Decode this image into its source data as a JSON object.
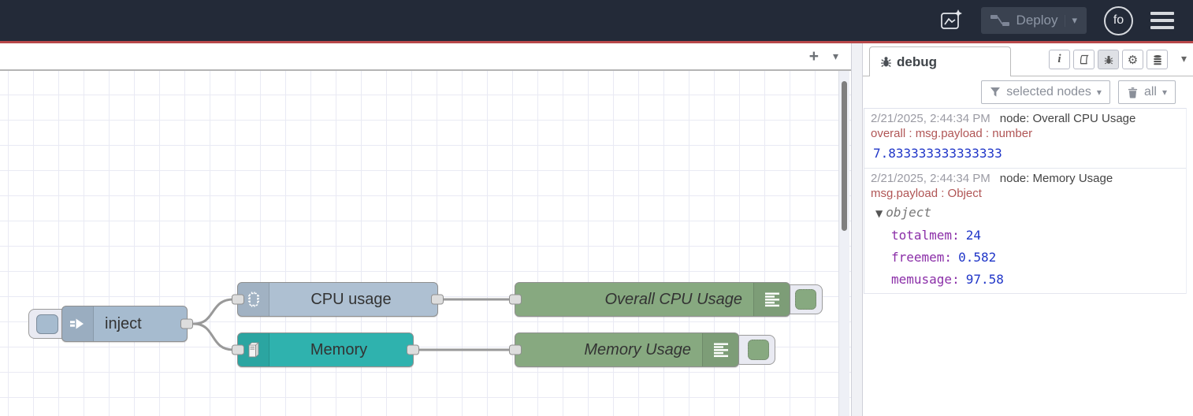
{
  "header": {
    "deploy_label": "Deploy",
    "avatar_initials": "fo"
  },
  "canvas": {
    "add_flow_label": "+",
    "nodes": {
      "inject": {
        "label": "inject"
      },
      "cpu": {
        "label": "CPU usage"
      },
      "memory": {
        "label": "Memory"
      },
      "debug_cpu": {
        "label": "Overall CPU Usage"
      },
      "debug_mem": {
        "label": "Memory Usage"
      }
    }
  },
  "sidebar": {
    "tab_label": "debug",
    "filter_button_label": "selected nodes",
    "clear_button_label": "all",
    "messages": [
      {
        "timestamp": "2/21/2025, 2:44:34 PM",
        "node": "node: Overall CPU Usage",
        "path": "overall : msg.payload : number",
        "value": "7.833333333333333"
      },
      {
        "timestamp": "2/21/2025, 2:44:34 PM",
        "node": "node: Memory Usage",
        "path": "msg.payload : Object",
        "object_label": "object",
        "properties": [
          {
            "key": "totalmem:",
            "value": "24"
          },
          {
            "key": "freemem:",
            "value": "0.582"
          },
          {
            "key": "memusage:",
            "value": "97.58"
          }
        ]
      }
    ]
  },
  "colors": {
    "header_bg": "#232a38",
    "accent_red": "#b8484a",
    "inject_node": "#a6bbcf",
    "cpu_node": "#aec0d2",
    "memory_node": "#2fb2ae",
    "debug_node": "#87a980",
    "wire": "#999999",
    "msg_path_text": "#b05555",
    "msg_value_text": "#2036c8",
    "object_key_text": "#8b2fa8"
  }
}
